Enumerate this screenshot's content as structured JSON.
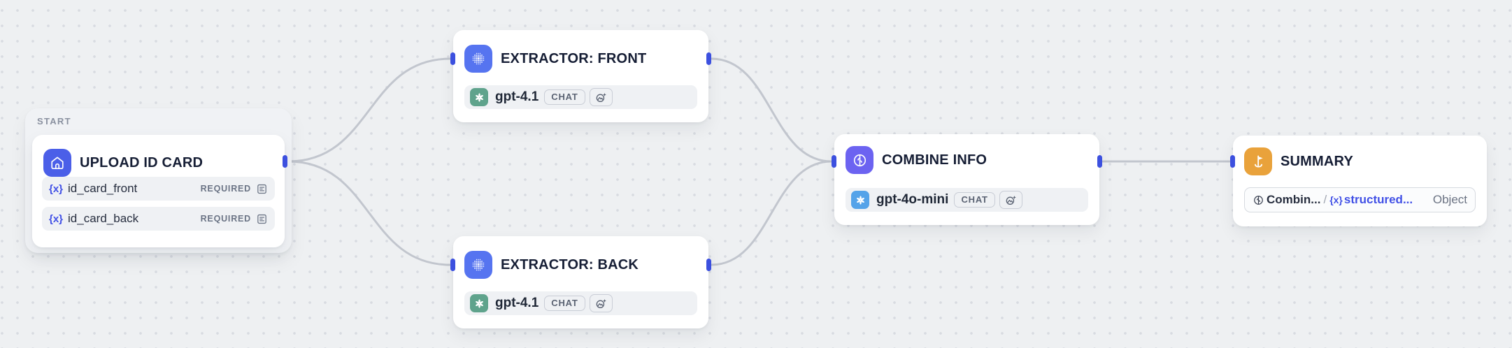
{
  "nodes": {
    "start": {
      "group_label": "START",
      "title": "UPLOAD ID CARD",
      "icon": "home-icon",
      "fields": [
        {
          "var": "{x}",
          "name": "id_card_front",
          "requirement": "REQUIRED"
        },
        {
          "var": "{x}",
          "name": "id_card_back",
          "requirement": "REQUIRED"
        }
      ]
    },
    "extractor_front": {
      "title": "EXTRACTOR: FRONT",
      "icon": "halftone-grid-icon",
      "model": {
        "name": "gpt-4.1",
        "mode": "CHAT",
        "capability_icon": "vision-capability-icon",
        "provider_icon": "openai-icon"
      }
    },
    "extractor_back": {
      "title": "EXTRACTOR: BACK",
      "icon": "halftone-grid-icon",
      "model": {
        "name": "gpt-4.1",
        "mode": "CHAT",
        "capability_icon": "vision-capability-icon",
        "provider_icon": "openai-icon"
      }
    },
    "combine_info": {
      "title": "COMBINE INFO",
      "icon": "brain-icon",
      "model": {
        "name": "gpt-4o-mini",
        "mode": "CHAT",
        "capability_icon": "vision-capability-icon",
        "provider_icon": "openai-icon"
      }
    },
    "summary": {
      "title": "SUMMARY",
      "icon": "goal-flag-icon",
      "output": {
        "source": "Combin...",
        "separator": "/",
        "var": "{x}",
        "variable": "structured...",
        "type": "Object"
      }
    }
  },
  "edges": [
    {
      "from": "upload-id-card",
      "to": "extractor-front"
    },
    {
      "from": "upload-id-card",
      "to": "extractor-back"
    },
    {
      "from": "extractor-front",
      "to": "combine-info"
    },
    {
      "from": "extractor-back",
      "to": "combine-info"
    },
    {
      "from": "combine-info",
      "to": "summary"
    }
  ],
  "colors": {
    "canvas_bg": "#eef0f2",
    "dot": "#d8dbe1",
    "edge": "#c2c6ce",
    "handle": "#3c50df",
    "start_tile": "#4b5fe8",
    "extractor_tile": "#5674f0",
    "combine_tile": "#6c63f1",
    "summary_tile": "#e9a23b",
    "openai_green": "#5fa38c",
    "openai_blue": "#55a3e9",
    "variable_blue": "#4150e6"
  }
}
